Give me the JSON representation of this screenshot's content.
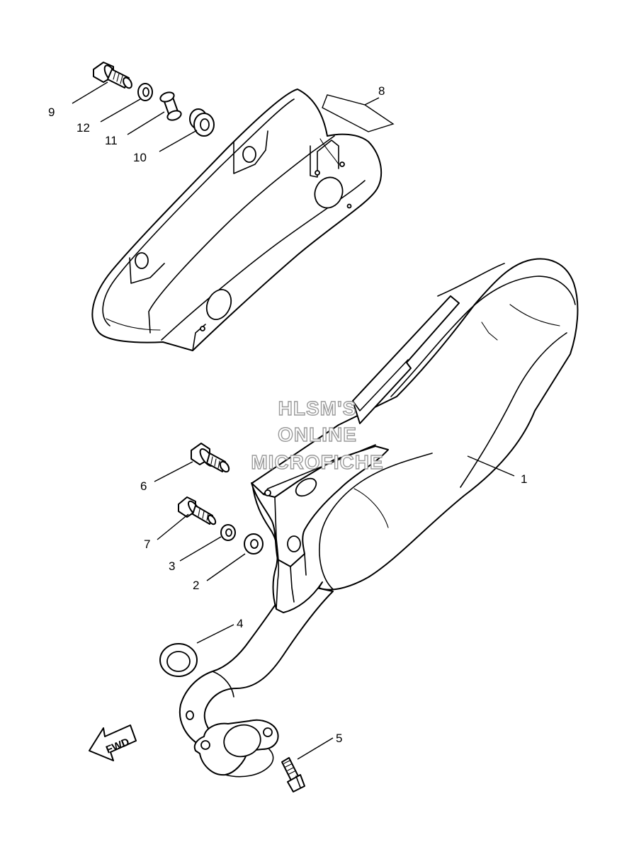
{
  "watermark": {
    "line1": "HLSM'S",
    "line2": "ONLINE",
    "line3": "MICROFICHE"
  },
  "direction_indicator": {
    "label": "FWD"
  },
  "callouts": {
    "p1": "1",
    "p2": "2",
    "p3": "3",
    "p4": "4",
    "p5": "5",
    "p6": "6",
    "p7": "7",
    "p8": "8",
    "p9": "9",
    "p10": "10",
    "p11": "11",
    "p12": "12"
  },
  "colors": {
    "line": "#000000",
    "background": "#ffffff",
    "watermark_outline": "#9a9a9a"
  }
}
